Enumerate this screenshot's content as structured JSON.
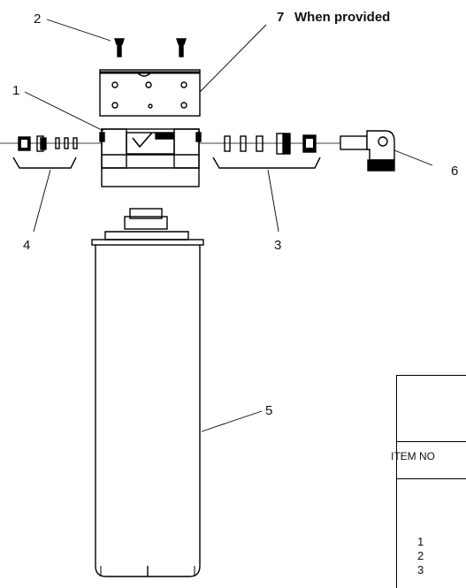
{
  "callouts": [
    {
      "id": "1",
      "text": "1"
    },
    {
      "id": "2",
      "text": "2"
    },
    {
      "id": "3",
      "text": "3"
    },
    {
      "id": "4",
      "text": "4"
    },
    {
      "id": "5",
      "text": "5"
    },
    {
      "id": "6",
      "text": "6"
    },
    {
      "id": "7",
      "text": "7"
    }
  ],
  "note_7": "When provided",
  "table": {
    "header": "ITEM NO",
    "items": [
      "1",
      "2",
      "3"
    ]
  }
}
